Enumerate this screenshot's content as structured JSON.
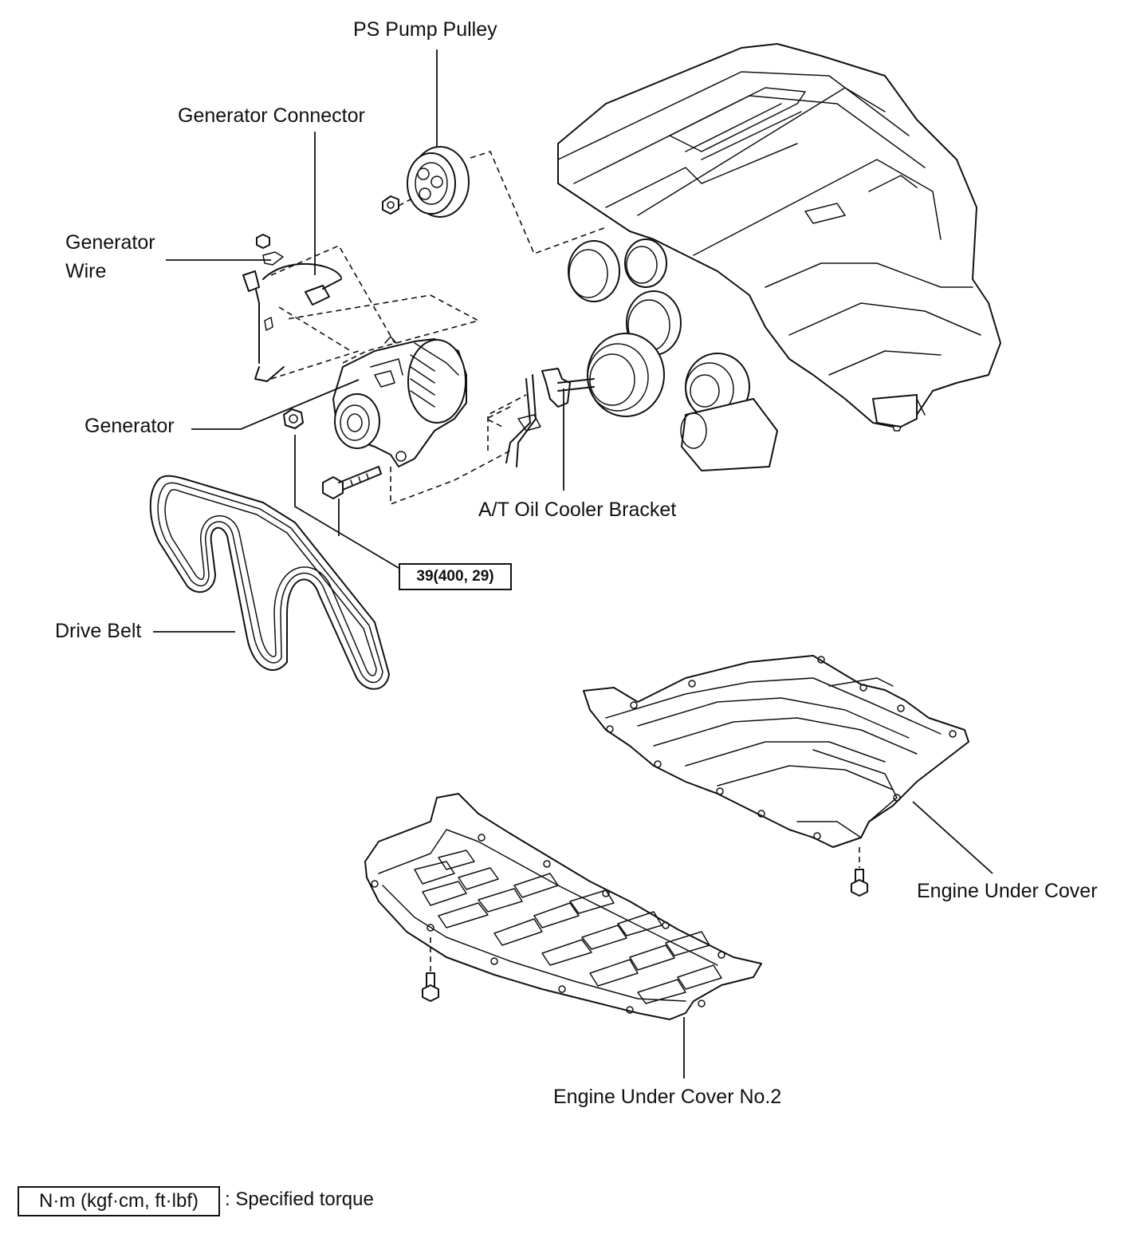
{
  "labels": {
    "ps_pump_pulley": "PS Pump Pulley",
    "generator_connector": "Generator Connector",
    "generator_wire_line1": "Generator",
    "generator_wire_line2": "Wire",
    "generator": "Generator",
    "at_oil_cooler_bracket": "A/T Oil Cooler Bracket",
    "drive_belt": "Drive Belt",
    "engine_under_cover": "Engine Under Cover",
    "engine_under_cover_no2": "Engine Under Cover No.2"
  },
  "torque": {
    "value": "39(400, 29)"
  },
  "legend": {
    "unit_box": "N·m (kgf·cm, ft·lbf)",
    "description": ": Specified torque"
  }
}
